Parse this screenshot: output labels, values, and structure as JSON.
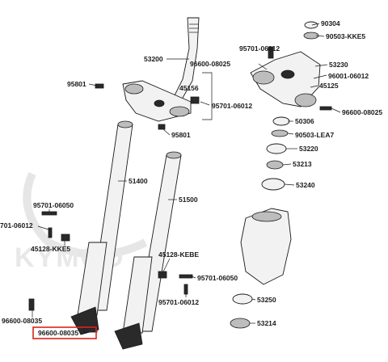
{
  "watermark": {
    "brand": "KYMCO"
  },
  "highlight_color": "#d9251d",
  "labels": {
    "p90304": "90304",
    "p90503kke5": "90503-KKE5",
    "p95701top": "95701-06012",
    "p53200": "53200",
    "p96600a": "96600-08025",
    "p53230": "53230",
    "p96001": "96001-06012",
    "p45125": "45125",
    "p95801a": "95801",
    "p45156": "45156",
    "p95701mid": "95701-06012",
    "p96600b": "96600-08025",
    "p50306": "50306",
    "p90503lea7": "90503-LEA7",
    "p95801b": "95801",
    "p53220": "53220",
    "p53213": "53213",
    "p51400": "51400",
    "p53240": "53240",
    "p51500": "51500",
    "p95701_06050a": "95701-06050",
    "p95701left": "701-06012",
    "p45128kke5": "45128-KKE5",
    "p45128kebe": "45128-KEBE",
    "p95701_06050b": "95701-06050",
    "p96600c": "96600-08035",
    "p95701bot": "95701-06012",
    "p53250": "53250",
    "p96600d": "96600-08035",
    "p53214": "53214"
  }
}
